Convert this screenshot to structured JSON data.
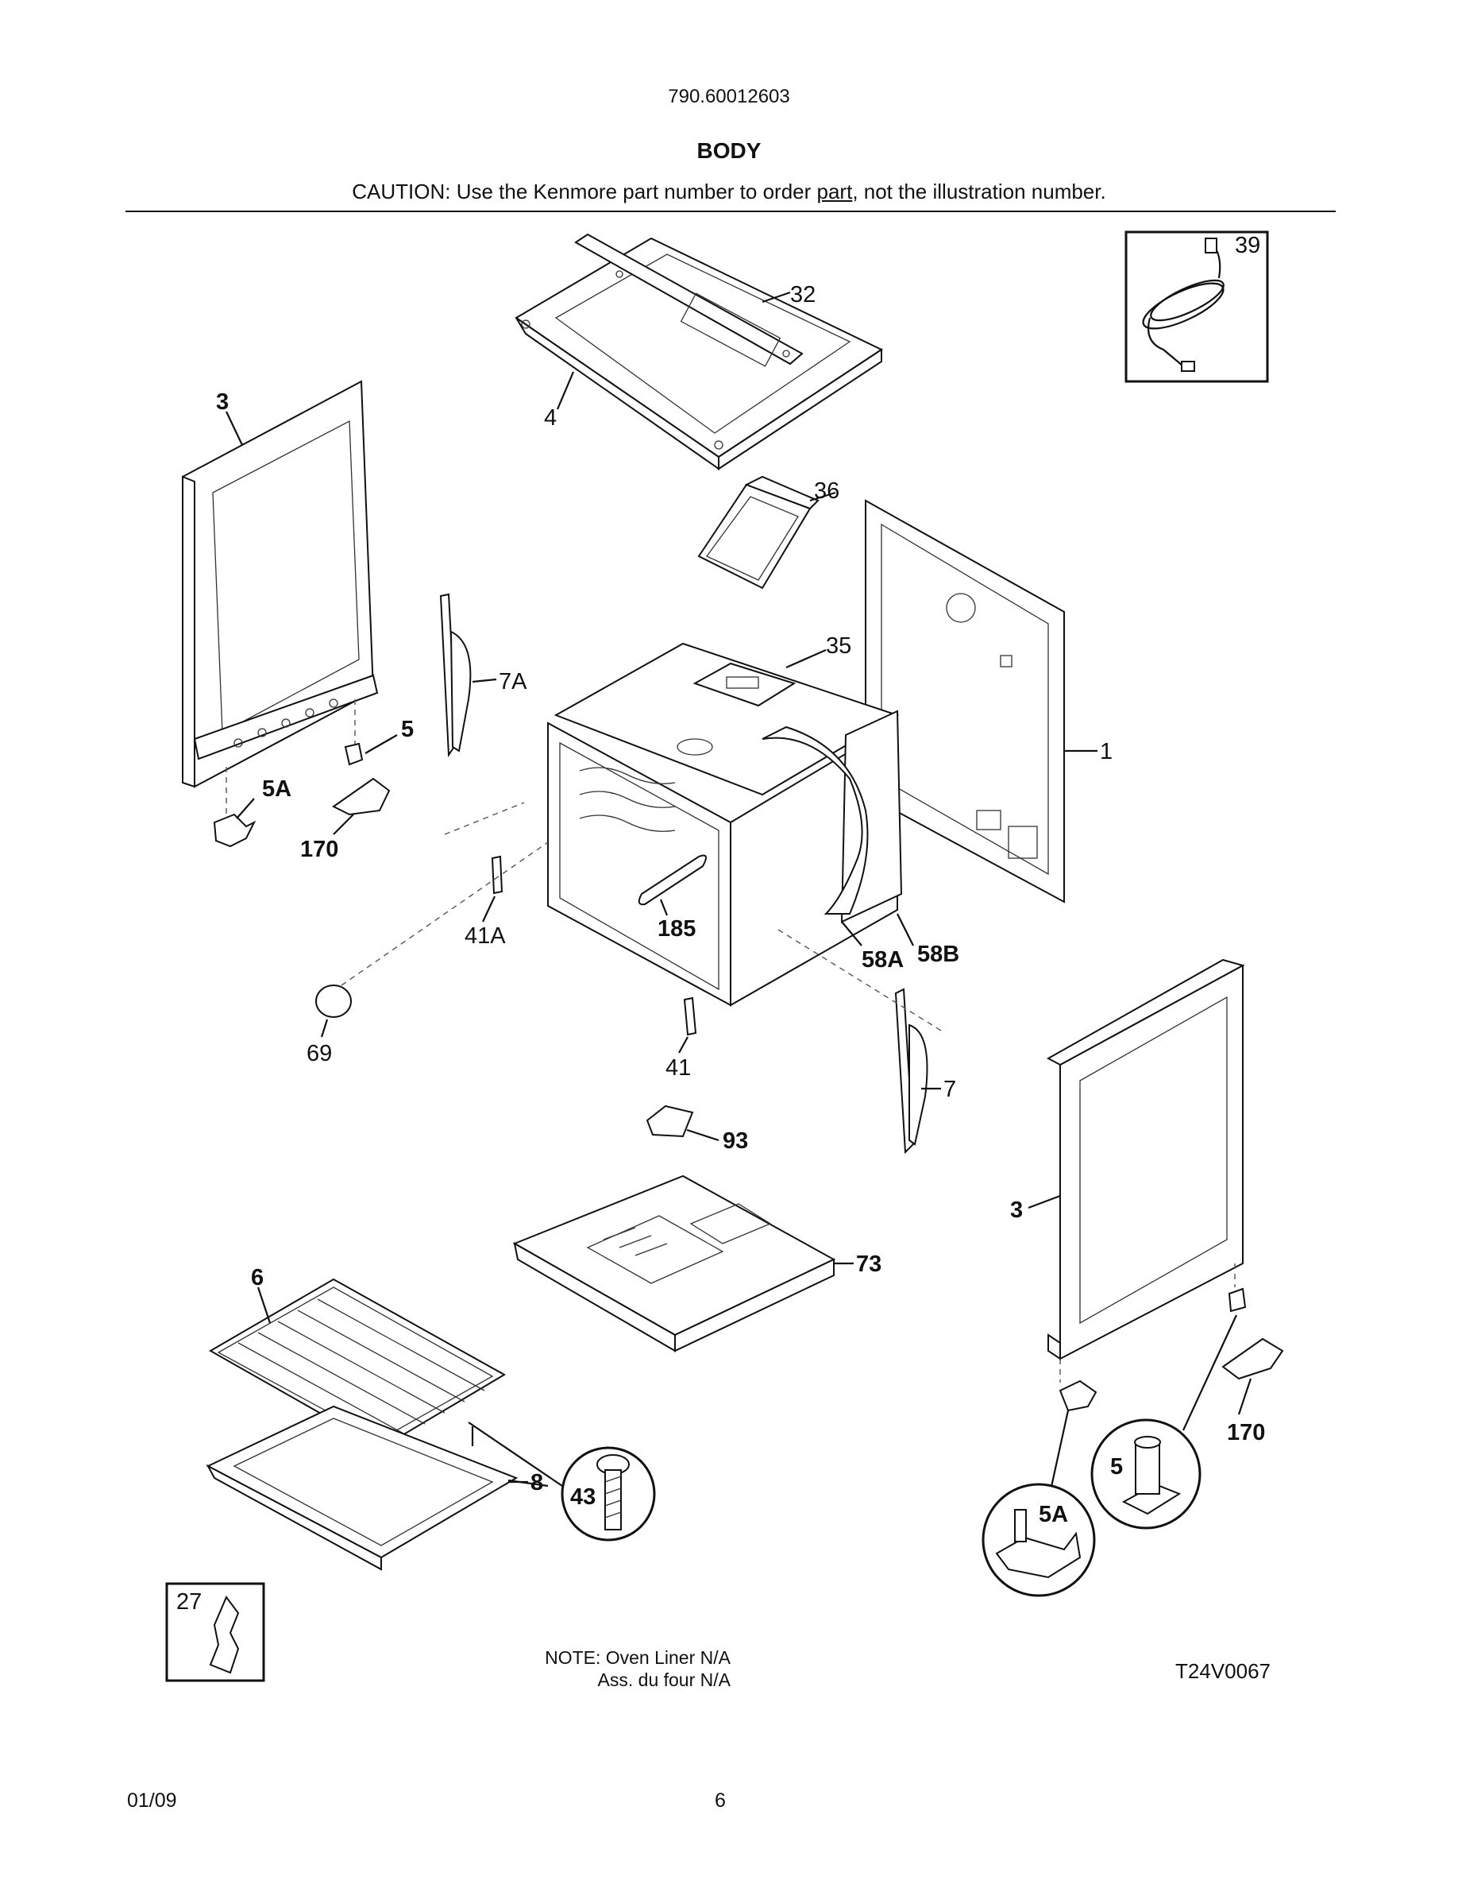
{
  "header": {
    "model_number": "790.60012603",
    "section_title": "BODY",
    "caution_prefix": "CAUTION: Use the Kenmore part number to order ",
    "caution_link": "part",
    "caution_suffix": ", not the illustration number."
  },
  "callouts": {
    "c32": "32",
    "c39": "39",
    "c3_left": "3",
    "c4": "4",
    "c36": "36",
    "c7A": "7A",
    "c35": "35",
    "c5_left": "5",
    "c1": "1",
    "c5A_left": "5A",
    "c170_left": "170",
    "c185": "185",
    "c41A": "41A",
    "c58A": "58A",
    "c58B": "58B",
    "c69": "69",
    "c41": "41",
    "c7": "7",
    "c93": "93",
    "c3_right": "3",
    "c73": "73",
    "c6": "6",
    "c8": "8",
    "c43": "43",
    "c170_right": "170",
    "c5_right": "5",
    "c5A_right": "5A",
    "c27": "27"
  },
  "note": {
    "line1": "NOTE: Oven Liner N/A",
    "line2": "Ass. du four N/A"
  },
  "drawing_code": "T24V0067",
  "footer": {
    "date": "01/09",
    "page_number": "6"
  }
}
